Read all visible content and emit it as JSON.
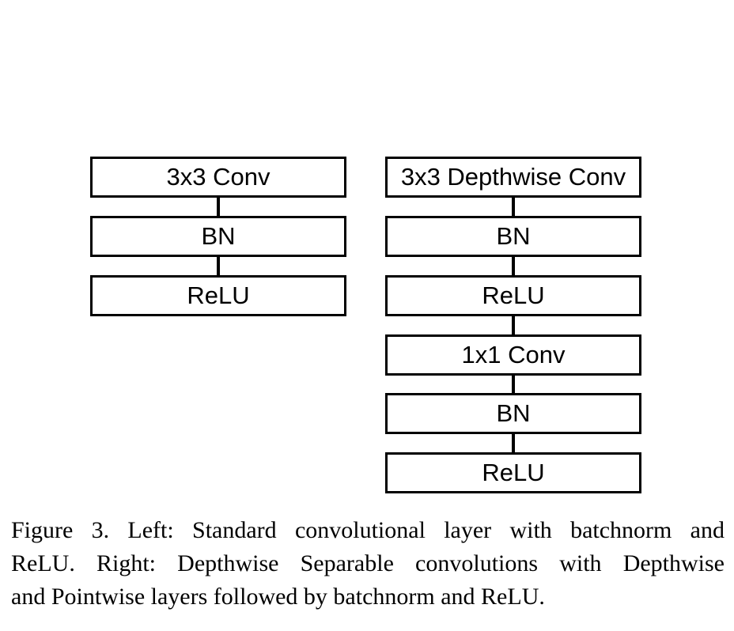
{
  "diagram": {
    "left_column": {
      "blocks": [
        "3x3 Conv",
        "BN",
        "ReLU"
      ]
    },
    "right_column": {
      "blocks": [
        "3x3 Depthwise Conv",
        "BN",
        "ReLU",
        "1x1 Conv",
        "BN",
        "ReLU"
      ]
    }
  },
  "caption": {
    "lines": [
      "Figure 3. Left: Standard convolutional layer with batchnorm and",
      "ReLU. Right: Depthwise Separable convolutions with Depthwise",
      "and Pointwise layers followed by batchnorm and ReLU."
    ]
  }
}
